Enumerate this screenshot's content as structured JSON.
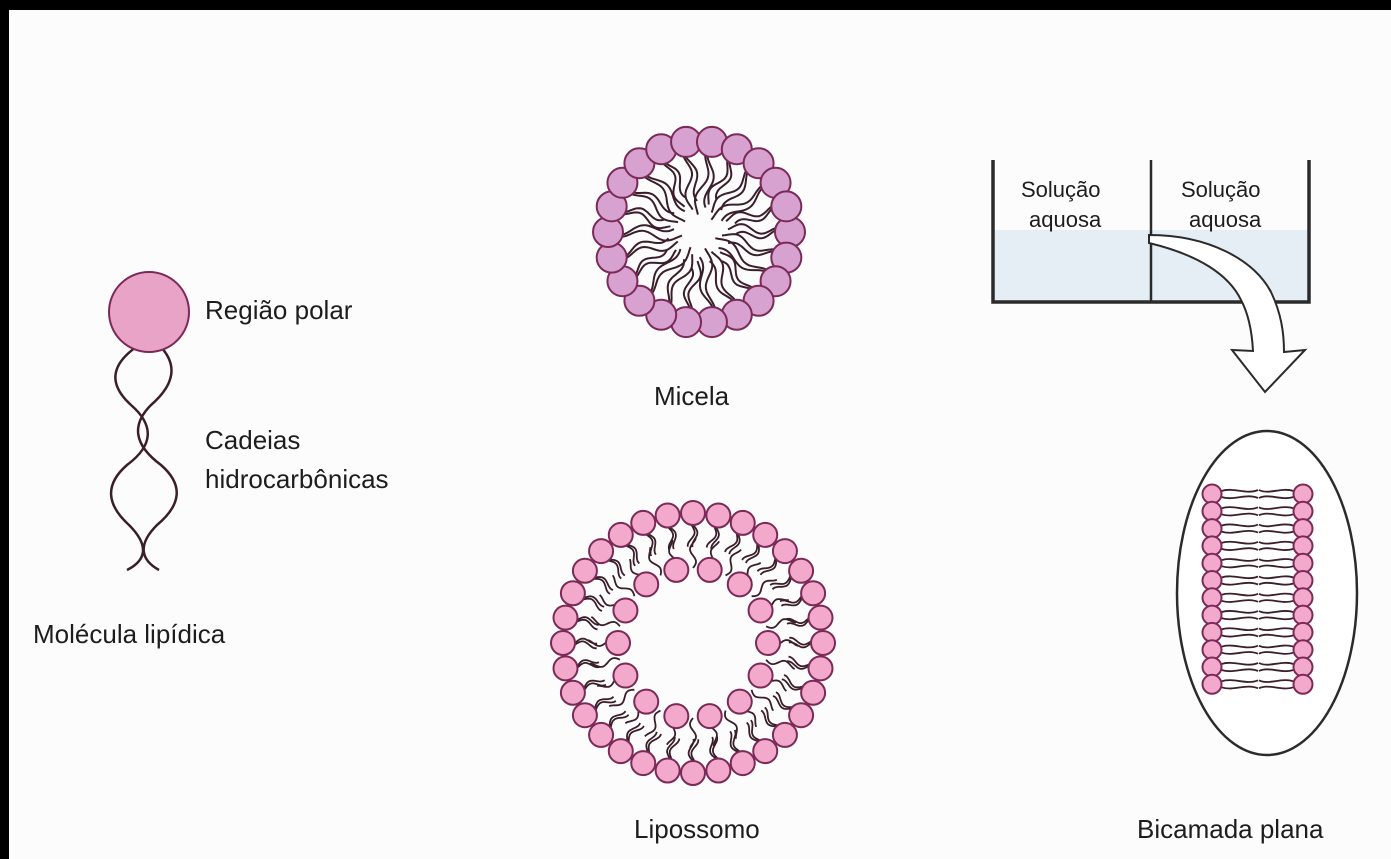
{
  "molecule": {
    "polar_label": "Região polar",
    "chains_label_line1": "Cadeias",
    "chains_label_line2": "hidrocarbônicas",
    "caption": "Molécula lipídica"
  },
  "micelle": {
    "caption": "Micela"
  },
  "liposome": {
    "caption": "Lipossomo"
  },
  "bilayer": {
    "left_solution_line1": "Solução",
    "left_solution_line2": "aquosa",
    "right_solution_line1": "Solução",
    "right_solution_line2": "aquosa",
    "caption": "Bicamada plana"
  },
  "colors": {
    "head_fill_lipid": "#e8a3c6",
    "head_fill_micelle": "#d7a2cf",
    "head_fill_liposome": "#f2a9cc",
    "head_stroke": "#7b2a57",
    "tail": "#3a1f2b",
    "solution_fill": "#e4eef4",
    "container": "#2b2b2b"
  }
}
